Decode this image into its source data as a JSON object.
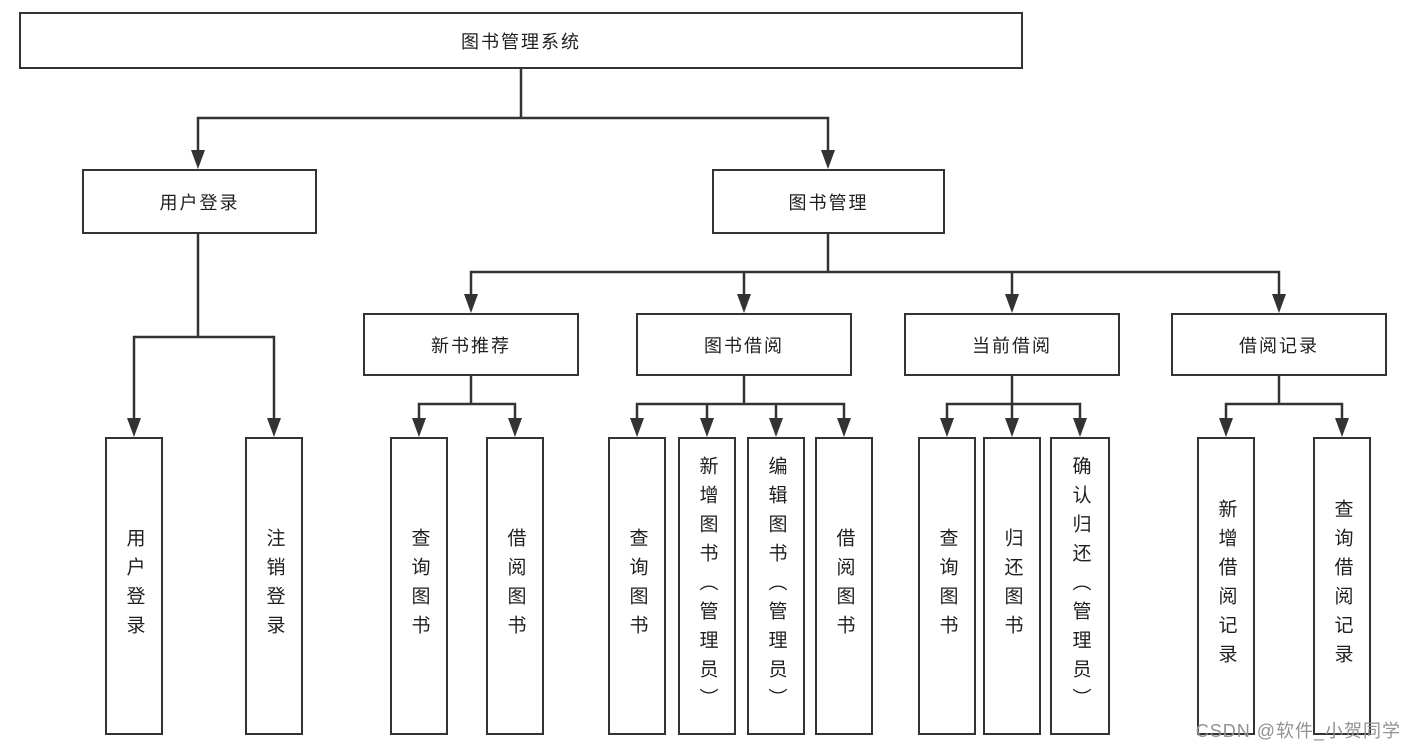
{
  "colors": {
    "line": "#333333",
    "box_border": "#333333",
    "text": "#1f1f1f",
    "background": "#ffffff",
    "watermark": "#969090"
  },
  "diagram": {
    "root": {
      "label": "图书管理系统"
    },
    "level2": [
      {
        "id": "user-login",
        "label": "用户登录"
      },
      {
        "id": "book-management",
        "label": "图书管理"
      }
    ],
    "level3": [
      {
        "id": "new-book-recommend",
        "label": "新书推荐",
        "parent": "图书管理"
      },
      {
        "id": "book-borrow",
        "label": "图书借阅",
        "parent": "图书管理"
      },
      {
        "id": "current-borrow",
        "label": "当前借阅",
        "parent": "图书管理"
      },
      {
        "id": "borrow-records",
        "label": "借阅记录",
        "parent": "图书管理"
      }
    ],
    "leaves": [
      {
        "group": "用户登录",
        "label": "用户登录"
      },
      {
        "group": "用户登录",
        "label": "注销登录"
      },
      {
        "group": "新书推荐",
        "label": "查询图书"
      },
      {
        "group": "新书推荐",
        "label": "借阅图书"
      },
      {
        "group": "图书借阅",
        "label": "查询图书"
      },
      {
        "group": "图书借阅",
        "label": "新增图书（管理员）"
      },
      {
        "group": "图书借阅",
        "label": "编辑图书（管理员）"
      },
      {
        "group": "图书借阅",
        "label": "借阅图书"
      },
      {
        "group": "当前借阅",
        "label": "查询图书"
      },
      {
        "group": "当前借阅",
        "label": "归还图书"
      },
      {
        "group": "当前借阅",
        "label": "确认归还（管理员）"
      },
      {
        "group": "借阅记录",
        "label": "新增借阅记录"
      },
      {
        "group": "借阅记录",
        "label": "查询借阅记录"
      }
    ]
  },
  "watermark": {
    "text": "CSDN @软件_小贺同学"
  }
}
